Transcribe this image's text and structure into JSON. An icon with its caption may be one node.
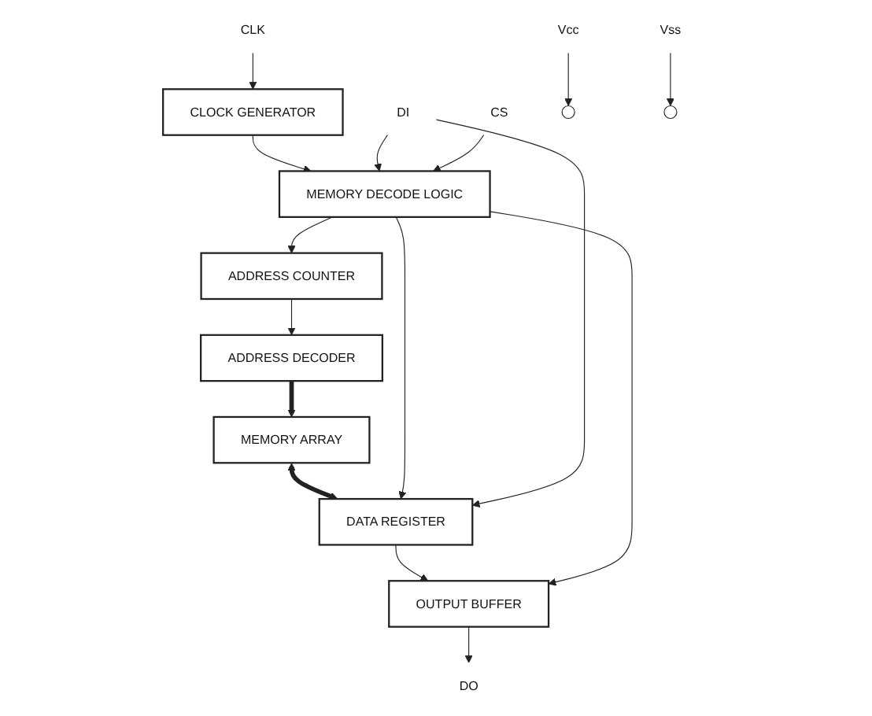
{
  "diagram": {
    "nodes": [
      {
        "text": [
          "MEMORY ARRAY"
        ]
      },
      {
        "text": [
          "ADDRESS DECODER"
        ]
      },
      {
        "text": [
          "ADDRESS COUNTER"
        ]
      },
      {
        "text": [
          "DATA REGISTER"
        ]
      },
      {
        "text": [
          "OUTPUT BUFFER"
        ]
      },
      {
        "text": [
          "MEMORY DECODE LOGIC"
        ]
      },
      {
        "text": [
          "CLOCK GENERATOR"
        ]
      },
      {
        "text": [
          "DI"
        ]
      },
      {
        "text": [
          "CS"
        ]
      },
      {
        "text": [
          "CLK"
        ]
      },
      {
        "text": [
          "DO"
        ]
      },
      {
        "text": [
          "Vcc"
        ]
      },
      {
        "text": [
          "Vss"
        ]
      }
    ],
    "edges": [
      {
        "from": 1,
        "to": 0,
        "arrow": "to",
        "style": "thick"
      },
      {
        "from": 0,
        "to": 3,
        "arrow": "both",
        "style": "thick"
      },
      {
        "from": 2,
        "to": 1,
        "arrow": "to"
      },
      {
        "from": 3,
        "to": 4,
        "arrow": "to"
      },
      {
        "from": 5,
        "to": 2,
        "arrow": "to"
      },
      {
        "from": 5,
        "to": 4,
        "arrow": "to"
      },
      {
        "from": 5,
        "to": 3,
        "arrow": "to"
      },
      {
        "from": 6,
        "to": 5,
        "arrow": "to"
      },
      {
        "from": 7,
        "to": 3,
        "arrow": "to"
      },
      {
        "from": 7,
        "to": 5,
        "arrow": "to"
      },
      {
        "from": 8,
        "to": 5,
        "arrow": "to"
      },
      {
        "from": 9,
        "to": 6,
        "arrow": "to"
      },
      {
        "from": 4,
        "to": 10,
        "arrow": "to"
      },
      {
        "from": 11,
        "to": null,
        "arrow": "to"
      },
      {
        "from": 12,
        "to": null,
        "arrow": "to"
      }
    ]
  }
}
